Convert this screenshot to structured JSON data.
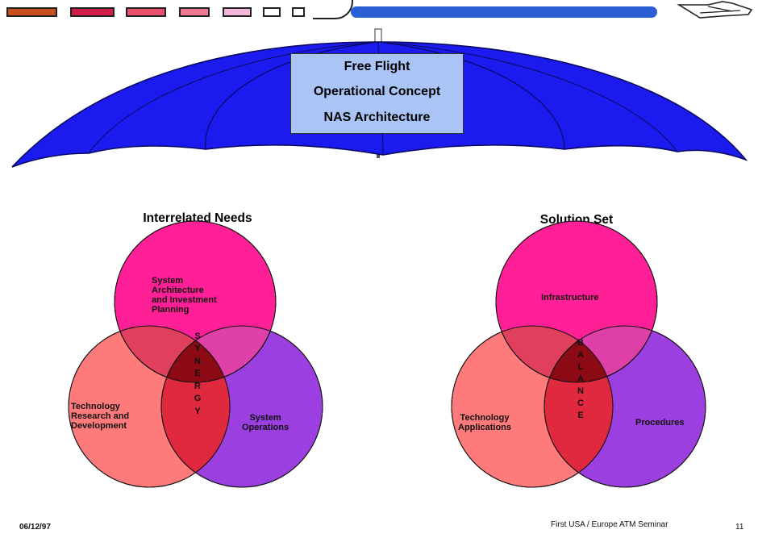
{
  "header": {
    "swatches": [
      {
        "icon": "square-swatch",
        "color": "#c8501e"
      },
      {
        "icon": "square-swatch",
        "color": "#d01e4a"
      },
      {
        "icon": "square-swatch",
        "color": "#e8506e"
      },
      {
        "icon": "square-swatch",
        "color": "#f27a96"
      },
      {
        "icon": "square-swatch",
        "color": "#f2b8d8"
      },
      {
        "icon": "square-swatch",
        "color": "#ffffff"
      },
      {
        "icon": "square-swatch",
        "color": "#ffffff"
      }
    ],
    "bar_color": "#2a5fd6",
    "logo_icon": "airplane-icon"
  },
  "umbrella": {
    "canopy_color": "#1b1bf0",
    "box_lines": [
      "Free Flight",
      "Operational Concept",
      "NAS Architecture"
    ]
  },
  "left_venn": {
    "heading": "Interrelated Needs",
    "top_label": [
      "System",
      "Architecture",
      "and Investment",
      "Planning"
    ],
    "left_label": [
      "Technology",
      "Research and",
      "Development"
    ],
    "right_label": [
      "System",
      "Operations"
    ],
    "center_word": [
      "S",
      "Y",
      "N",
      "E",
      "R",
      "G",
      "Y"
    ]
  },
  "right_venn": {
    "heading": "Solution Set",
    "top_label": [
      "Infrastructure"
    ],
    "left_label": [
      "Technology",
      "Applications"
    ],
    "right_label": [
      "Procedures"
    ],
    "center_word": [
      "B",
      "A",
      "L",
      "A",
      "N",
      "C",
      "E"
    ]
  },
  "colors": {
    "top_circle": "#ff1f96",
    "left_circle": "#ff7b7b",
    "right_circle": "#9b3fe0",
    "center": "#8b0a14"
  },
  "footer": {
    "date": "06/12/97",
    "seminar": "First USA / Europe ATM Seminar",
    "page": "11"
  }
}
